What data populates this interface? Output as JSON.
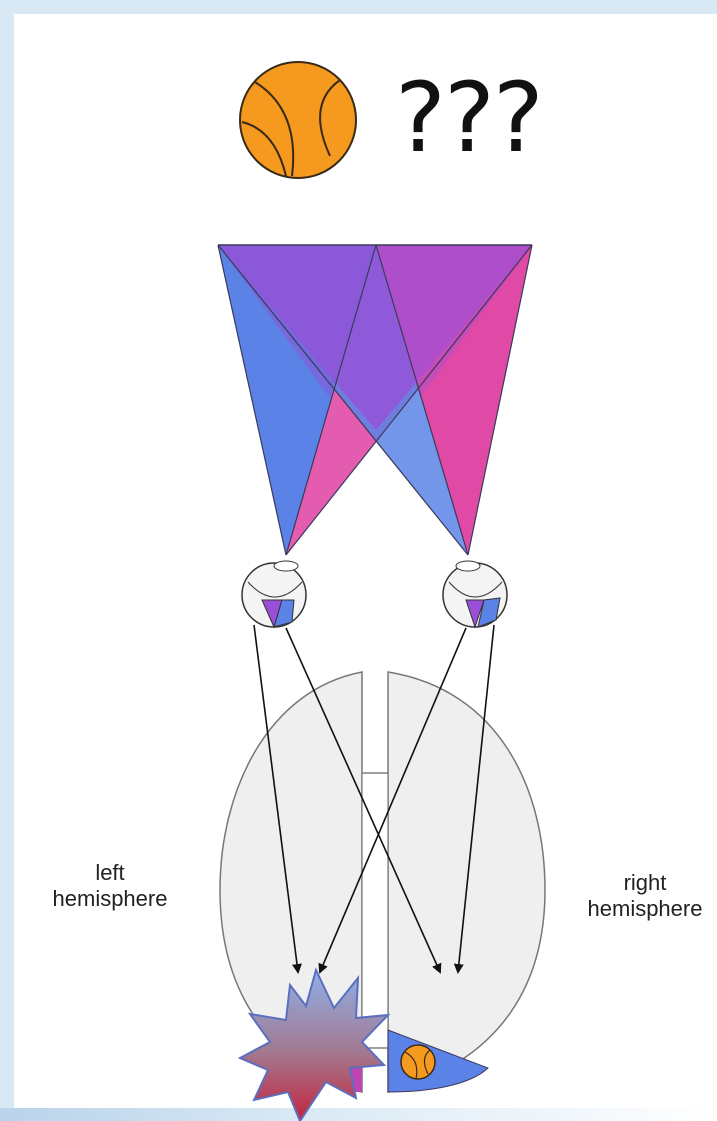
{
  "title_text": "???",
  "labels": {
    "left_hemisphere": "left\nhemisphere",
    "right_hemisphere": "right\nhemisphere"
  },
  "colors": {
    "blue": "#5b82e6",
    "magenta": "#e04aa6",
    "purple": "#9a4fd8",
    "violet_dark": "#8a55d6",
    "brain_fill": "#efefef",
    "ball_orange": "#f59a1e",
    "frame": "#d8e8f4",
    "burst_top": "#8fb0e8",
    "burst_bottom": "#c4243c"
  },
  "icons": {
    "ball": "basketball-icon",
    "burst": "starburst-shape"
  }
}
